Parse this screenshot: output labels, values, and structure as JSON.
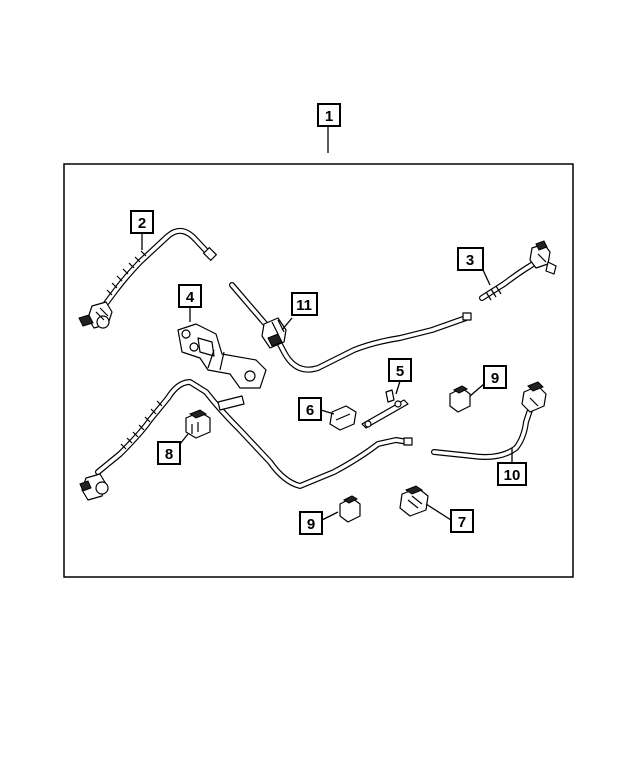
{
  "callouts": {
    "c1": "1",
    "c2": "2",
    "c3": "3",
    "c4": "4",
    "c5": "5",
    "c6": "6",
    "c7": "7",
    "c8": "8",
    "c9a": "9",
    "c9b": "9",
    "c10": "10",
    "c11": "11"
  }
}
